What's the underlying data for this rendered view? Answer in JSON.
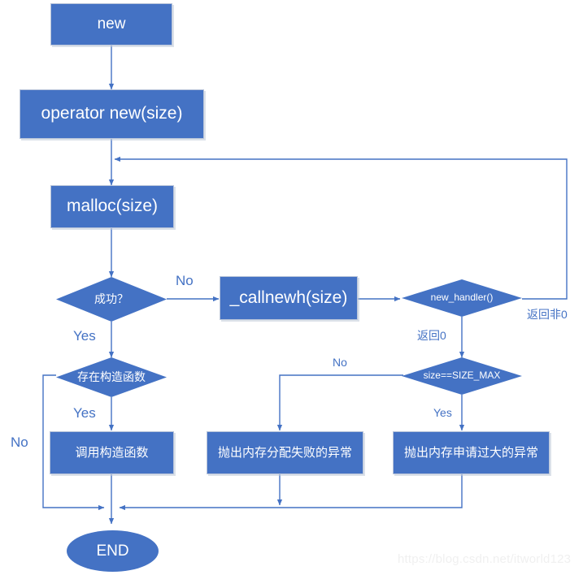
{
  "diagram": {
    "title": "C++ new operator allocation flowchart",
    "colors": {
      "node_fill": "#4472C4",
      "node_text": "#ffffff",
      "connector": "#4472C4",
      "edge_label": "#4472C4",
      "background": "#ffffff",
      "node_border": "#b8c4d9",
      "watermark": "#f0f0f0"
    },
    "nodes": [
      {
        "id": "new",
        "shape": "box",
        "label": "new"
      },
      {
        "id": "operator_new",
        "shape": "box",
        "label": "operator new(size)"
      },
      {
        "id": "malloc",
        "shape": "box",
        "label": "malloc(size)"
      },
      {
        "id": "success",
        "shape": "diamond",
        "label": "成功？"
      },
      {
        "id": "callnewh",
        "shape": "box",
        "label": "_callnewh(size)"
      },
      {
        "id": "new_handler",
        "shape": "diamond",
        "label": "new_handler()"
      },
      {
        "id": "size_max",
        "shape": "diamond",
        "label": "size==SIZE_MAX"
      },
      {
        "id": "has_ctor",
        "shape": "diamond",
        "label": "存在构造函数"
      },
      {
        "id": "call_ctor",
        "shape": "box",
        "label": "调用构造函数"
      },
      {
        "id": "throw_badalloc",
        "shape": "box",
        "label": "抛出内存分配失败的异常"
      },
      {
        "id": "throw_toolarge",
        "shape": "box",
        "label": "抛出内存申请过大的异常"
      },
      {
        "id": "end",
        "shape": "ellipse",
        "label": "END"
      }
    ],
    "edge_labels": {
      "success_no": "No",
      "success_yes": "Yes",
      "handler_nonzero": "返回非0",
      "handler_zero": "返回0",
      "sizemax_no": "No",
      "sizemax_yes": "Yes",
      "hasctor_yes": "Yes",
      "hasctor_no": "No"
    },
    "edges": [
      {
        "from": "new",
        "to": "operator_new",
        "label": ""
      },
      {
        "from": "operator_new",
        "to": "malloc",
        "label": ""
      },
      {
        "from": "malloc",
        "to": "success",
        "label": ""
      },
      {
        "from": "success",
        "to": "callnewh",
        "label": "No"
      },
      {
        "from": "success",
        "to": "has_ctor",
        "label": "Yes"
      },
      {
        "from": "callnewh",
        "to": "new_handler",
        "label": ""
      },
      {
        "from": "new_handler",
        "to": "malloc",
        "label": "返回非0"
      },
      {
        "from": "new_handler",
        "to": "size_max",
        "label": "返回0"
      },
      {
        "from": "size_max",
        "to": "throw_badalloc",
        "label": "No"
      },
      {
        "from": "size_max",
        "to": "throw_toolarge",
        "label": "Yes"
      },
      {
        "from": "has_ctor",
        "to": "call_ctor",
        "label": "Yes"
      },
      {
        "from": "has_ctor",
        "to": "end",
        "label": "No"
      },
      {
        "from": "call_ctor",
        "to": "end",
        "label": ""
      },
      {
        "from": "throw_badalloc",
        "to": "end",
        "label": ""
      },
      {
        "from": "throw_toolarge",
        "to": "end",
        "label": ""
      }
    ]
  },
  "watermark": {
    "text": "https://blog.csdn.net/itworld123"
  }
}
